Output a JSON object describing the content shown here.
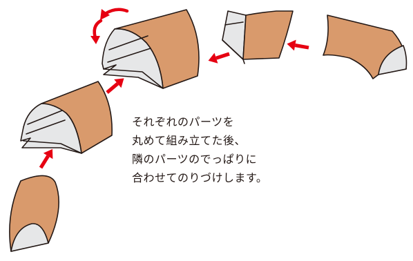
{
  "instructions": {
    "lines": [
      "それぞれのパーツを",
      "丸めて組み立てた後、",
      "隣のパーツのでっぱりに",
      "合わせてのりづけします。"
    ]
  },
  "colors": {
    "paper_tan": "#d99a6c",
    "inner_gray": "#e6e7e8",
    "outline": "#231815",
    "arrow_red": "#e60012"
  },
  "icons": {
    "rotate": "curved-rotate-arrows-icon",
    "assembly_arrow": "arrow-icon"
  }
}
